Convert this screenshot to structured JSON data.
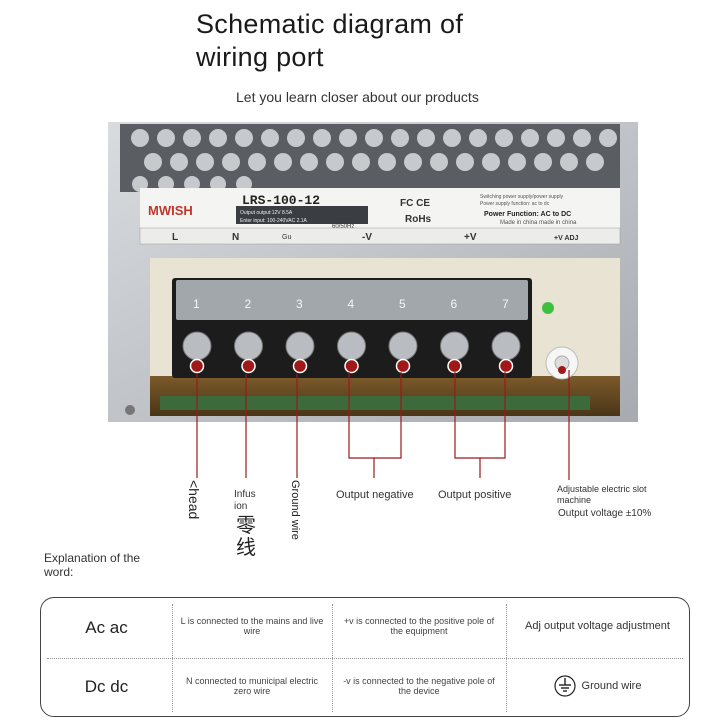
{
  "title": {
    "line1": "Schematic diagram of",
    "line2": "wiring port"
  },
  "subtitle": "Let you learn closer about our products",
  "device": {
    "brand": "MWISH",
    "model": "LRS-100-12",
    "spec_line1": "Output output:12V 8.5A",
    "spec_line2": "Enter input: 100-240VAC 2.1A",
    "frequency": "60/50Hz",
    "cert_marks": "FC CE",
    "rohs": "RoHs",
    "small_text1": "Switching power supply/power supply",
    "small_text2": "Power supply function: ac to dc",
    "power_function": "Power Function: AC to DC",
    "made_in": "Made in china made in china",
    "terminal_labels": [
      "L",
      "N",
      "Gu",
      "-V",
      "+V"
    ],
    "adj_label": "+V ADJ",
    "terminal_numbers": [
      "1",
      "2",
      "3",
      "4",
      "5",
      "6",
      "7"
    ],
    "led_color": "#3fbf3f",
    "marker_color": "#a01818"
  },
  "labels": {
    "head": "<head",
    "infusion": "Infus ion",
    "zero_line": "零线",
    "ground_wire": "Ground wire",
    "output_negative": "Output negative",
    "output_positive": "Output positive",
    "adjustable": "Adjustable electric slot machine",
    "output_voltage": "Output voltage ±10%"
  },
  "explanation": {
    "heading_line1": "Explanation of the",
    "heading_line2": "word:"
  },
  "table": {
    "row1": {
      "term": "Ac ac",
      "c1": "L is connected to the mains and live wire",
      "c2": "+v is connected to the positive pole of the equipment",
      "c3": "Adj output voltage adjustment"
    },
    "row2": {
      "term": "Dc dc",
      "c1": "N connected to municipal electric zero wire",
      "c2": "-v is connected to the negative pole of the device",
      "c3": "Ground wire",
      "c3_icon": "ground-symbol-icon"
    }
  }
}
